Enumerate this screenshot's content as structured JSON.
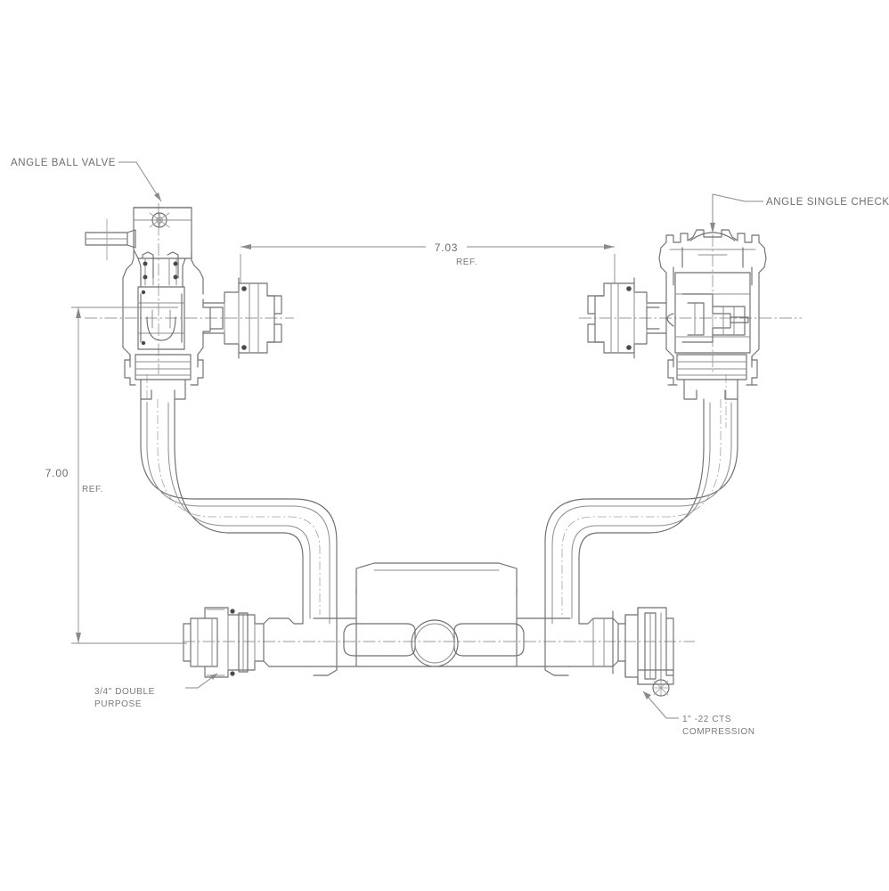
{
  "drawing": {
    "title": "Water Meter Setter Assembly",
    "background": "#ffffff",
    "line_color": "#6f6f6f",
    "line_color_light": "#8d8d8d",
    "center_line_color": "#9a9a9a",
    "text_color": "#6e6e6e"
  },
  "callouts": {
    "angle_ball_valve": "ANGLE BALL VALVE",
    "angle_single_check": "ANGLE SINGLE CHECK",
    "double_purpose_line1": "3/4\" DOUBLE",
    "double_purpose_line2": "PURPOSE",
    "compression_line1": "1\" -22 CTS",
    "compression_line2": "COMPRESSION"
  },
  "dimensions": {
    "horizontal_value": "7.03",
    "horizontal_ref": "REF.",
    "vertical_value": "7.00",
    "vertical_ref": "REF."
  }
}
